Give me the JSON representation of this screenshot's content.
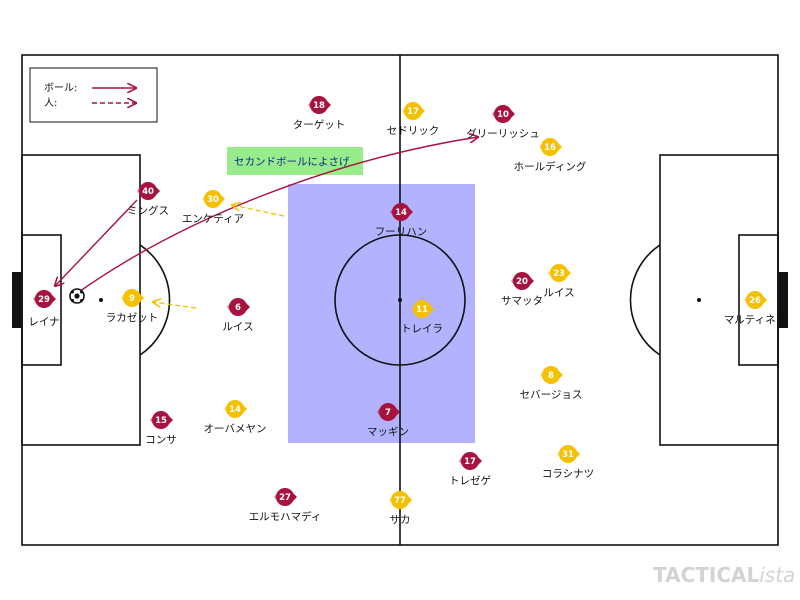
{
  "colors": {
    "team_red": "#a8123e",
    "team_yellow": "#f5c000",
    "arrow": "#a8123e",
    "pass_dash": "#f5c000",
    "zone": "#b2b2ff",
    "annotation_bg": "#98ec8c"
  },
  "legend": {
    "ball_label": "ボール:",
    "person_label": "人:"
  },
  "annotation": {
    "text": "セカンドボールによさげ"
  },
  "brand": {
    "main": "TACTICAL",
    "suffix": "ista"
  },
  "ball_icon": "soccer-ball-icon",
  "players": [
    {
      "id": "red-18",
      "team": "red",
      "number": "18",
      "name": "ターゲット"
    },
    {
      "id": "red-10",
      "team": "red",
      "number": "10",
      "name": "グリーリッシュ"
    },
    {
      "id": "red-40",
      "team": "red",
      "number": "40",
      "name": "ミングス"
    },
    {
      "id": "red-14",
      "team": "red",
      "number": "14",
      "name": "フーリハン"
    },
    {
      "id": "red-29",
      "team": "red",
      "number": "29",
      "name": "レイナ"
    },
    {
      "id": "red-6",
      "team": "red",
      "number": "6",
      "name": "ルイス"
    },
    {
      "id": "red-20",
      "team": "red",
      "number": "20",
      "name": "サマッタ"
    },
    {
      "id": "red-15",
      "team": "red",
      "number": "15",
      "name": "コンサ"
    },
    {
      "id": "red-7",
      "team": "red",
      "number": "7",
      "name": "マッギン"
    },
    {
      "id": "red-17",
      "team": "red",
      "number": "17",
      "name": "トレゼゲ"
    },
    {
      "id": "red-27",
      "team": "red",
      "number": "27",
      "name": "エルモハマディ"
    },
    {
      "id": "yel-17",
      "team": "yellow",
      "number": "17",
      "name": "セドリック"
    },
    {
      "id": "yel-16",
      "team": "yellow",
      "number": "16",
      "name": "ホールディング"
    },
    {
      "id": "yel-30",
      "team": "yellow",
      "number": "30",
      "name": "エンケティア"
    },
    {
      "id": "yel-9",
      "team": "yellow",
      "number": "9",
      "name": "ラカゼット"
    },
    {
      "id": "yel-11",
      "team": "yellow",
      "number": "11",
      "name": "トレイラ"
    },
    {
      "id": "yel-23",
      "team": "yellow",
      "number": "23",
      "name": "ルイス"
    },
    {
      "id": "yel-26",
      "team": "yellow",
      "number": "26",
      "name": "マルティネス"
    },
    {
      "id": "yel-14",
      "team": "yellow",
      "number": "14",
      "name": "オーバメヤン"
    },
    {
      "id": "yel-8",
      "team": "yellow",
      "number": "8",
      "name": "セバージョス"
    },
    {
      "id": "yel-31",
      "team": "yellow",
      "number": "31",
      "name": "コラシナツ"
    },
    {
      "id": "yel-77",
      "team": "yellow",
      "number": "77",
      "name": "サカ"
    }
  ]
}
